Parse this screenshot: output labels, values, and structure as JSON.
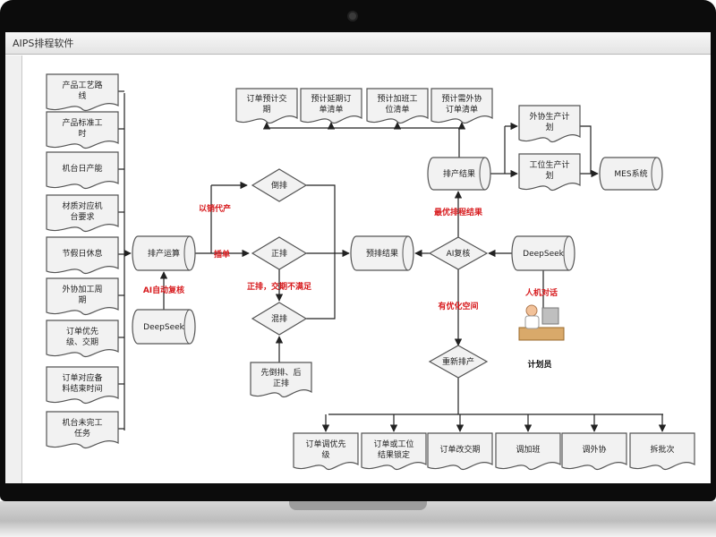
{
  "window": {
    "title": "AIPS排程软件"
  },
  "inputs": [
    [
      "产品工艺路",
      "线"
    ],
    [
      "产品标准工",
      "时"
    ],
    [
      "机台日产能"
    ],
    [
      "材质对应机",
      "台要求"
    ],
    [
      "节假日休息"
    ],
    [
      "外协加工周",
      "期"
    ],
    [
      "订单优先",
      "级、交期"
    ],
    [
      "订单对应备",
      "料结束时间"
    ],
    [
      "机台未完工",
      "任务"
    ]
  ],
  "nodes": {
    "schedule_calc": [
      "排产运算"
    ],
    "deepseek_left": [
      "DeepSeek"
    ],
    "reverse": [
      "倒排"
    ],
    "forward": [
      "正排"
    ],
    "mixed": [
      "混排"
    ],
    "pre_result": [
      "预排结果"
    ],
    "ai_review": [
      "AI复核"
    ],
    "deepseek_right": [
      "DeepSeek"
    ],
    "planner": "计划员",
    "reschedule": [
      "重新排产"
    ],
    "first_reverse": [
      "先倒排、后",
      "正排"
    ],
    "schedule_result": [
      "排产结果"
    ],
    "outsource_plan": [
      "外协生产计",
      "划"
    ],
    "station_plan": [
      "工位生产计",
      "划"
    ],
    "mes": [
      "MES系统"
    ]
  },
  "forecasts": [
    [
      "订单预计交",
      "期"
    ],
    [
      "预计延期订",
      "单清单"
    ],
    [
      "预计加班工",
      "位清单"
    ],
    [
      "预计需外协",
      "订单清单"
    ]
  ],
  "actions": [
    [
      "订单调优先",
      "级"
    ],
    [
      "订单或工位",
      "结果锁定"
    ],
    [
      "订单改交期"
    ],
    [
      "调加班"
    ],
    [
      "调外协"
    ],
    [
      "拆批次"
    ]
  ],
  "labels": {
    "sales_driven": "以销代产",
    "insert_order": "插单",
    "forward_not_met": "正排，交期不满足",
    "ai_auto_review": "AI自动复核",
    "optimal_result": "最优排程结果",
    "has_room": "有优化空间",
    "human_dialog": "人机对话"
  },
  "colors": {
    "accent": "#d7191c",
    "line": "#222222",
    "shape_fill": "#f2f2f2",
    "shape_stroke": "#555555"
  }
}
